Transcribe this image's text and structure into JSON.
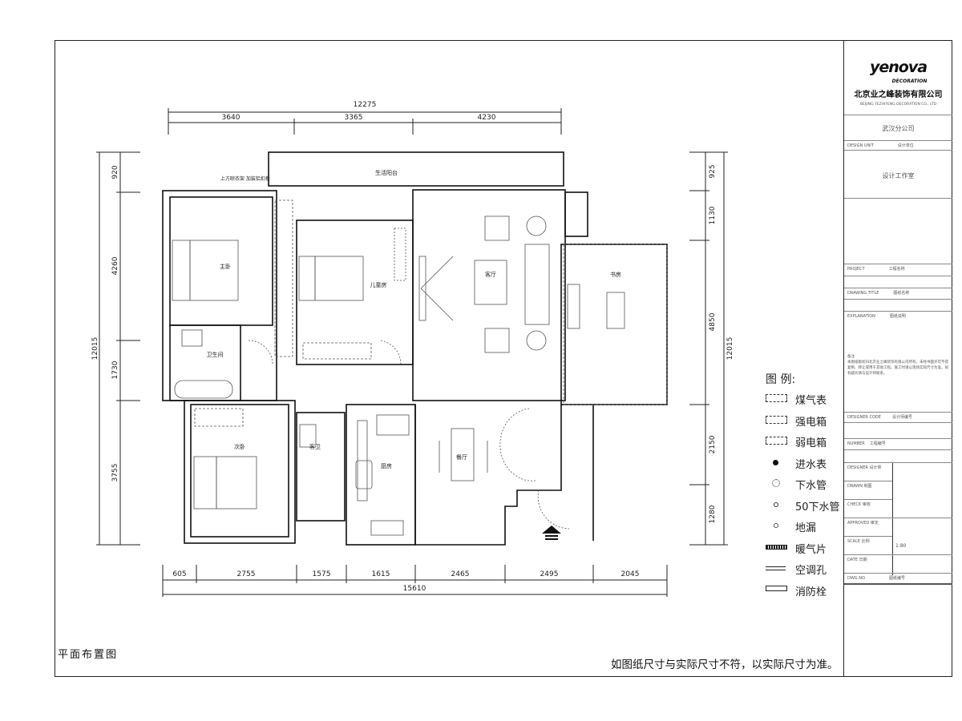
{
  "drawing_title": "平面布置图",
  "footnote": "如图纸尺寸与实际尺寸不符，以实际尺寸为准。",
  "title_block": {
    "logo": "yenova",
    "logo_sub": "DECORATION",
    "company": "北京业之峰装饰有限公司",
    "company_en": "BEIJING YEZHIFENG DECORATION CO., LTD",
    "branch": "武汉分公司",
    "design_unit_label": "DESIGN UNIT",
    "design_unit_value": "设计单位",
    "studio": "设计工作室",
    "project_label": "PROJECT",
    "project_value": "工程名称",
    "drawing_title_label": "DRAWING TITLE",
    "drawing_title_value": "图纸名称",
    "explanation_label": "EXPLANATION",
    "explanation_value": "图纸说明",
    "notes_label": "备注",
    "notes_text": "本图纸版权归北京业之峰装饰有限公司所有，未经书面许可不得复制、转让或用于其他工程。施工时请以现场实际尺寸为准，如有疑问请与设计师联系。",
    "designer_code_label": "DESIGNER CODE",
    "designer_code_value": "设计师编号",
    "number_label": "NUMBER",
    "number_value": "工程编号",
    "signoff": [
      {
        "label": "DESIGNER",
        "value": "设计师"
      },
      {
        "label": "DRAWN",
        "value": "制图"
      },
      {
        "label": "CHECK",
        "value": "审核"
      },
      {
        "label": "APPROVED",
        "value": "审定"
      },
      {
        "label": "SCALE",
        "value": "比例"
      },
      {
        "label": "DATE",
        "value": "日期"
      }
    ],
    "scale_value": "1:80",
    "drawing_no_label": "DWG.NO",
    "drawing_no_value": "图纸编号"
  },
  "legend": {
    "title": "图 例:",
    "items": [
      {
        "symbol": "gas-meter",
        "label": "煤气表"
      },
      {
        "symbol": "strong-electric-box",
        "label": "强电箱"
      },
      {
        "symbol": "weak-electric-box",
        "label": "弱电箱"
      },
      {
        "symbol": "water-meter",
        "label": "进水表"
      },
      {
        "symbol": "drain-pipe",
        "label": "下水管"
      },
      {
        "symbol": "drain-pipe-50",
        "label": "50下水管"
      },
      {
        "symbol": "floor-drain",
        "label": "地漏"
      },
      {
        "symbol": "radiator",
        "label": "暖气片"
      },
      {
        "symbol": "ac-hole",
        "label": "空调孔"
      },
      {
        "symbol": "fire-hydrant",
        "label": "消防栓"
      }
    ]
  },
  "dimensions": {
    "top_total": "12275",
    "top": [
      "3640",
      "3365",
      "4230"
    ],
    "bottom_total": "15610",
    "bottom": [
      "605",
      "2755",
      "1575",
      "1615",
      "2465",
      "2495",
      "2045"
    ],
    "left_total": "12015",
    "left": [
      "920",
      "4260",
      "1730",
      "3755"
    ],
    "right_total": "12015",
    "right": [
      "925",
      "1130",
      "4850",
      "2150",
      "1280"
    ]
  },
  "rooms": {
    "master_bedroom": "主卧",
    "balcony": "生活阳台",
    "child_room": "儿童房",
    "living_room": "客厅",
    "study": "书房",
    "bathroom": "卫生间",
    "second_bedroom": "次卧",
    "guest_bath": "客卫",
    "kitchen": "厨房",
    "dining": "餐厅",
    "annotation": "上方晾衣架 加装铝扣板"
  }
}
